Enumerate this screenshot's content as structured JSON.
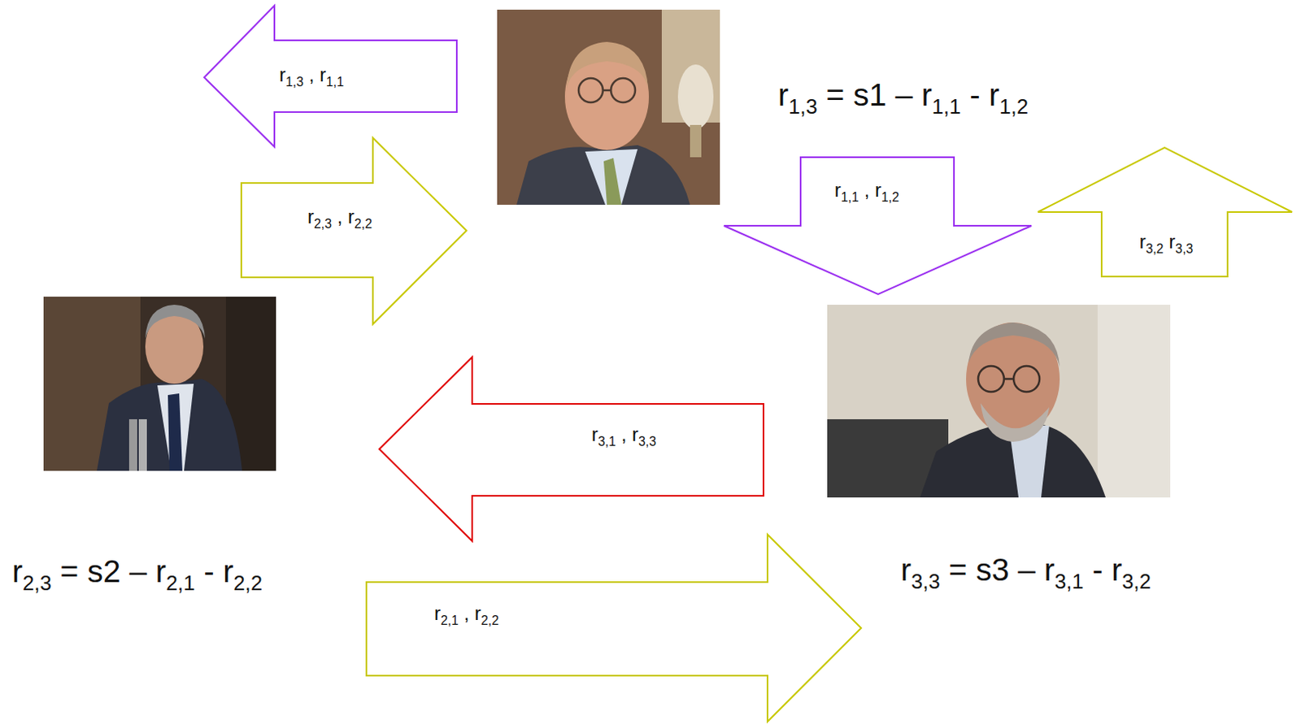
{
  "diagram": {
    "nodes": [
      {
        "text": [
          "r1,3 = s1 – r1,1 - r1,2"
        ]
      },
      {
        "text": [
          "r2,3 = s2 – r2,1 - r2,2"
        ]
      },
      {
        "text": [
          "r3,3 = s3 – r3,1 - r3,2"
        ]
      }
    ],
    "edges": [
      {
        "from": 0,
        "to": 1,
        "label": "r1,3 , r1,1",
        "arrow": "to"
      },
      {
        "from": 1,
        "to": 0,
        "label": "r2,3 , r2,2",
        "arrow": "to"
      },
      {
        "from": 0,
        "to": 2,
        "label": "r1,1 , r1,2",
        "arrow": "to"
      },
      {
        "from": 2,
        "to": 0,
        "label": "r3,2 r3,3",
        "arrow": "to"
      },
      {
        "from": 2,
        "to": 1,
        "label": "r3,1 , r3,3",
        "arrow": "to"
      },
      {
        "from": 1,
        "to": 2,
        "label": "r2,1 , r2,2",
        "arrow": "to"
      }
    ]
  }
}
